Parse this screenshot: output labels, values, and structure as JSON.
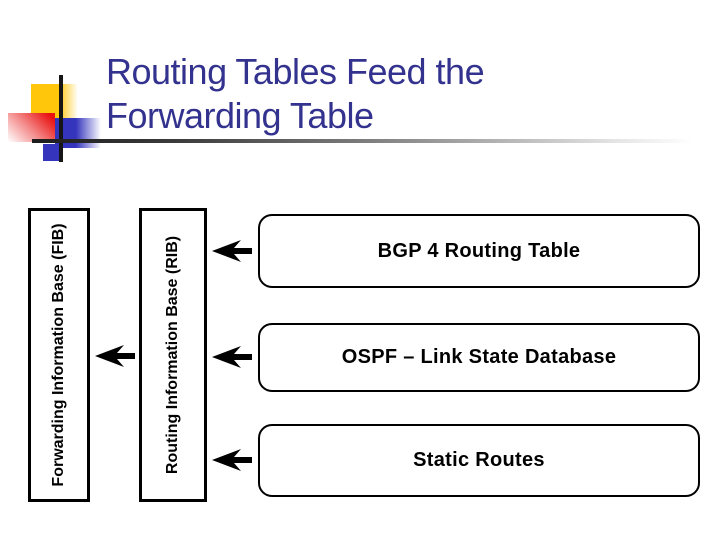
{
  "title": {
    "line1": "Routing Tables Feed the",
    "line2": "Forwarding Table"
  },
  "diagram": {
    "fib_label": "Forwarding Information Base (FIB)",
    "rib_label": "Routing Information Base (RIB)",
    "sources": [
      {
        "label": "BGP 4 Routing Table"
      },
      {
        "label": "OSPF – Link State Database"
      },
      {
        "label": "Static Routes"
      }
    ],
    "arrow_direction": "left"
  },
  "colors": {
    "title_text": "#33338f",
    "ornament_yellow": "#ffc60b",
    "ornament_red": "#e91212",
    "ornament_blue": "#3434bd",
    "crosshair_line": "#161616",
    "box_border": "#000000",
    "box_background": "#ffffff",
    "box_text": "#000000"
  }
}
